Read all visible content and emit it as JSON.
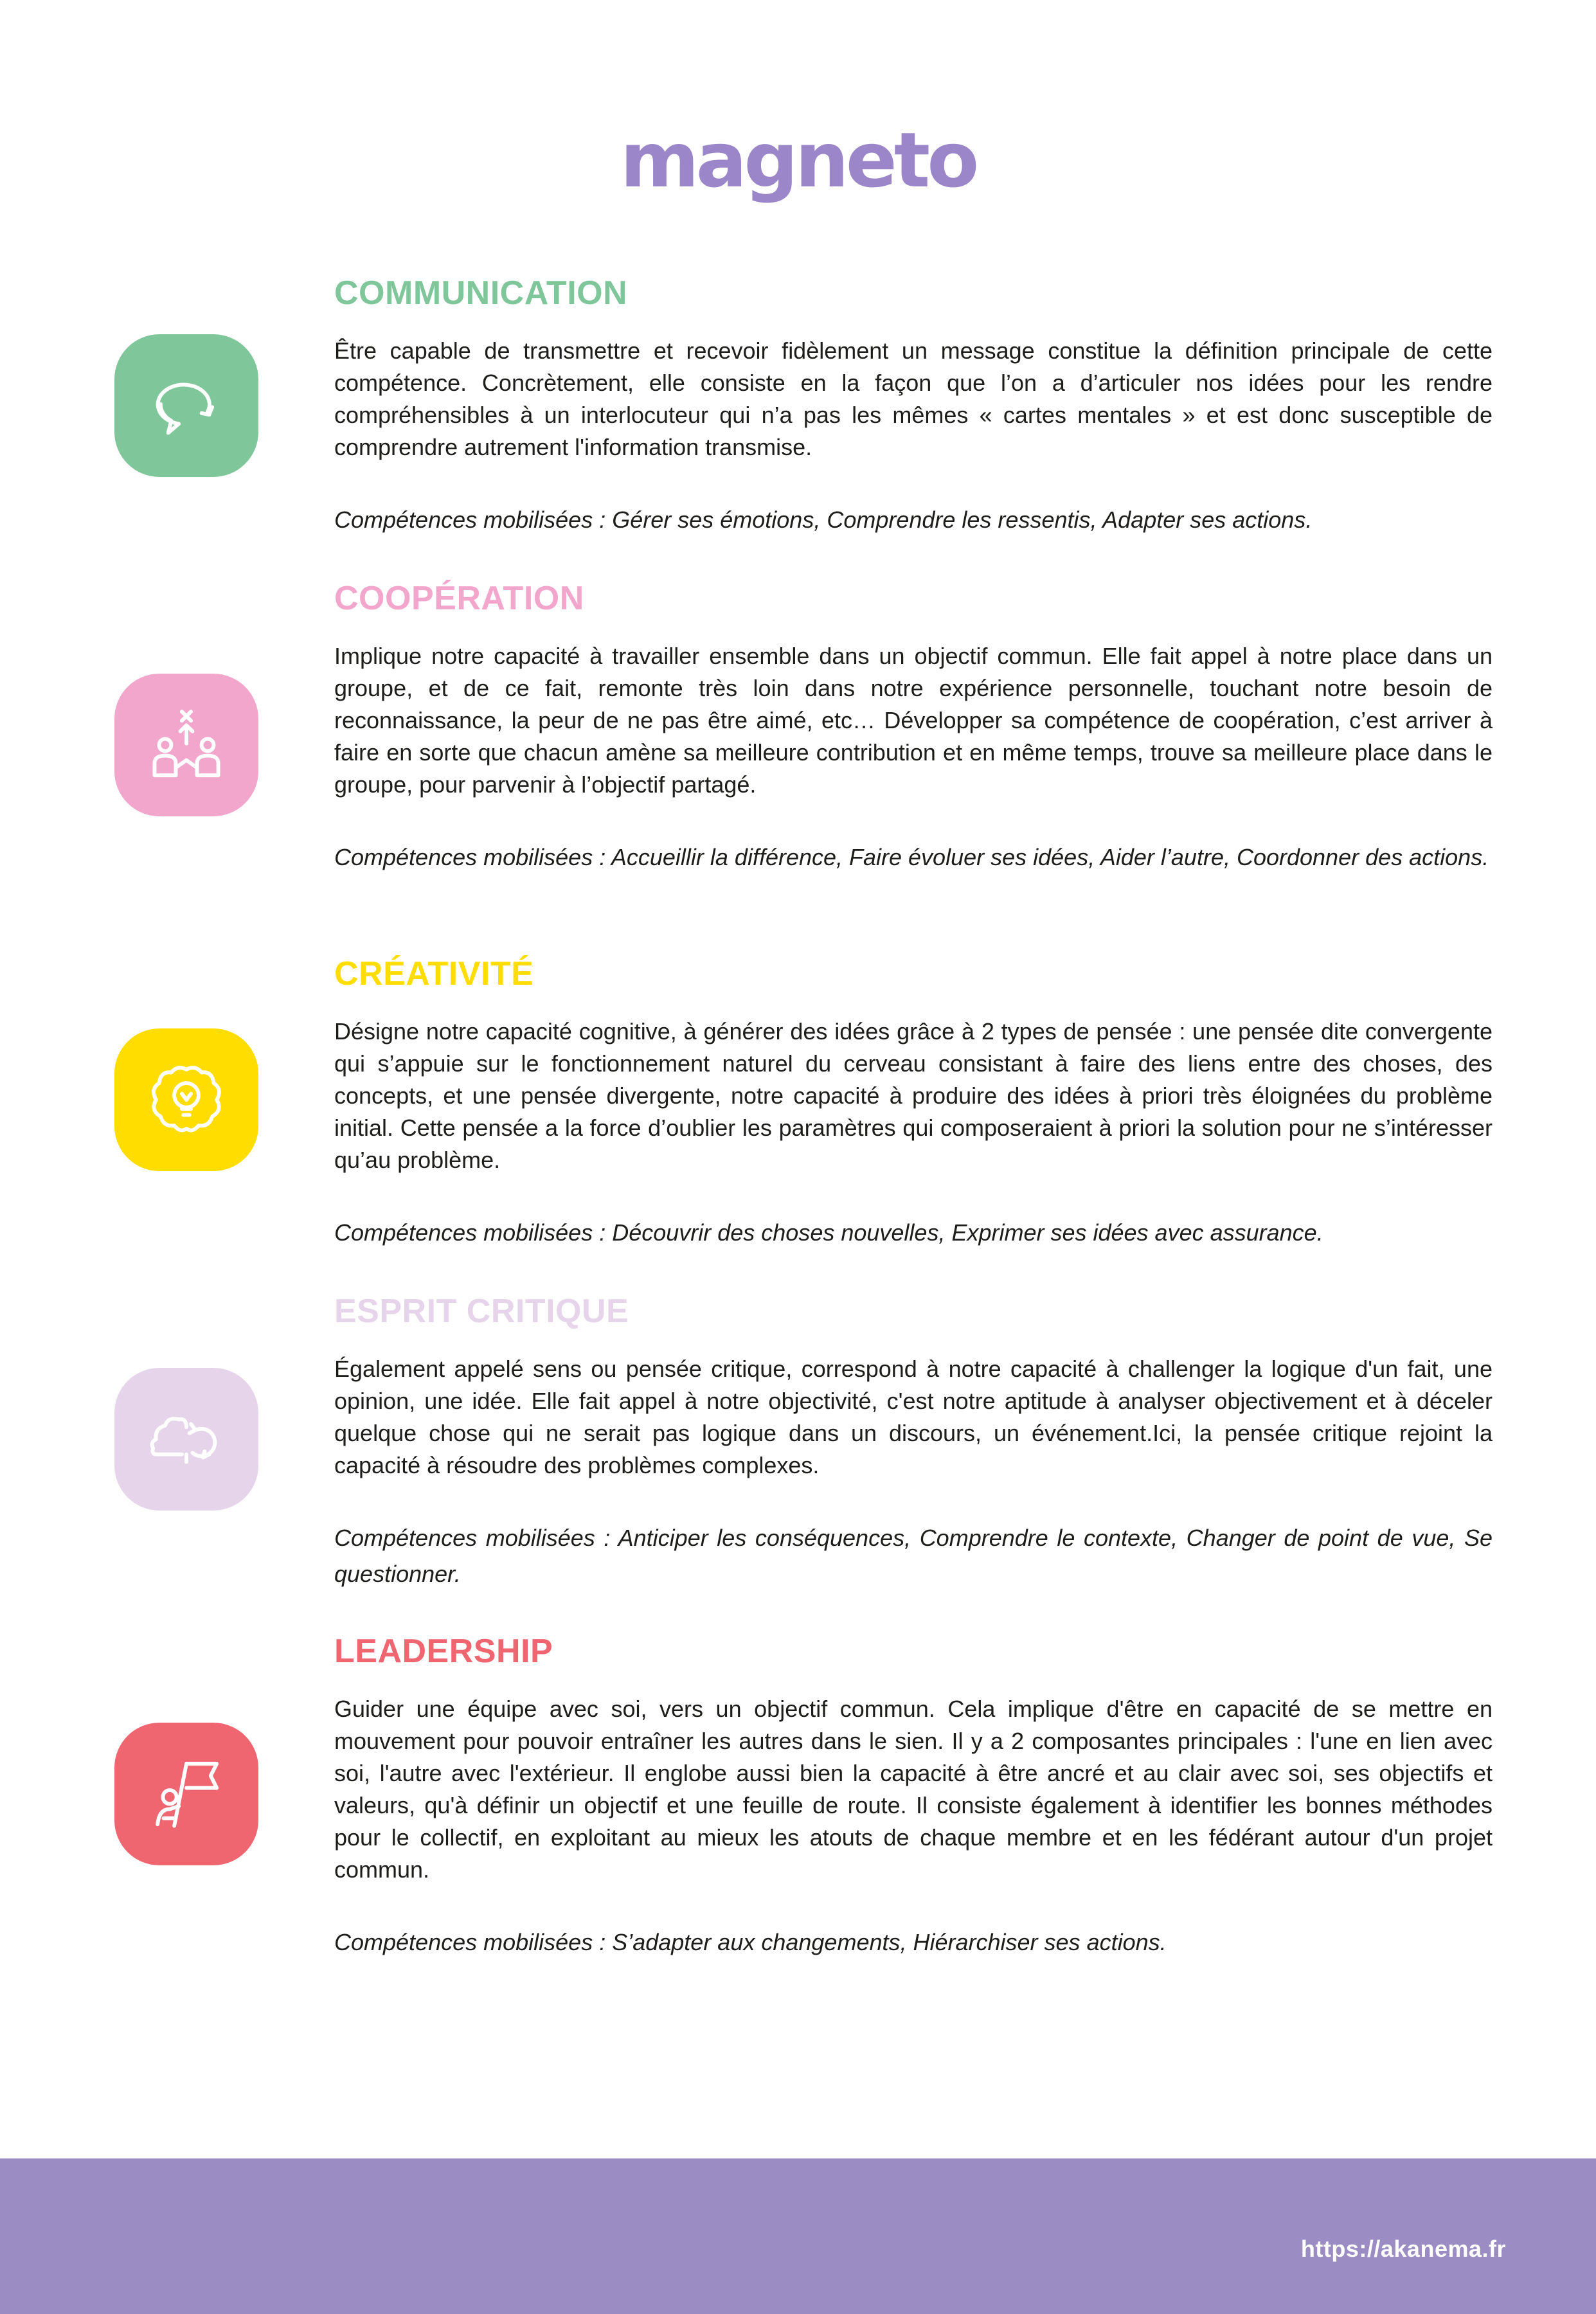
{
  "brand": {
    "name": "magneto",
    "color": "#9b86c9"
  },
  "sections": [
    {
      "title": "COMMUNICATION",
      "color": "#7fc79a",
      "icon": "chat-refresh-icon",
      "body": "Être capable de transmettre et recevoir fidèlement un message constitue la définition principale de cette compétence. Concrètement, elle consiste en la façon que l’on a d’articuler nos idées pour les rendre compréhensibles à un interlocuteur qui n’a pas les mêmes « cartes mentales » et est donc susceptible de comprendre autrement l'information transmise.",
      "skills": "Compétences mobilisées : Gérer ses émotions, Comprendre les ressentis, Adapter ses actions."
    },
    {
      "title": "COOPÉRATION",
      "color": "#f2a6cb",
      "icon": "team-goal-icon",
      "body": "Implique notre capacité à travailler ensemble dans un objectif commun. Elle fait appel à notre place dans un groupe, et de ce fait, remonte très loin dans notre expérience personnelle, touchant notre besoin de reconnaissance, la peur de ne pas être aimé, etc… Développer sa compétence de coopération, c’est arriver à faire en sorte que chacun amène sa meilleure contribution et en même temps, trouve sa meilleure place dans le groupe, pour parvenir à l’objectif partagé.",
      "skills": "Compétences mobilisées : Accueillir la différence, Faire évoluer ses idées, Aider l’autre, Coordonner des actions."
    },
    {
      "title": "CRÉATIVITÉ",
      "color": "#ffdd00",
      "icon": "brain-lightbulb-icon",
      "body": "Désigne notre capacité cognitive, à générer des idées grâce à 2 types de pensée : une pensée dite convergente qui s’appuie sur le fonctionnement naturel du cerveau consistant à faire des liens entre des choses, des concepts, et une pensée divergente, notre capacité à produire des idées à priori très éloignées du problème initial. Cette pensée a la force d’oublier les paramètres qui composeraient à priori la solution pour ne s’intéresser qu’au problème.",
      "skills": "Compétences mobilisées : Découvrir des choses nouvelles, Exprimer ses idées avec assurance."
    },
    {
      "title": "ESPRIT CRITIQUE",
      "color": "#e6d4ea",
      "icon": "head-cycle-icon",
      "body": "Également appelé sens ou pensée critique, correspond à notre capacité à challenger la logique d'un fait, une opinion, une idée. Elle fait appel à notre objectivité, c'est notre aptitude à analyser objectivement et à déceler quelque chose qui ne serait pas logique dans un discours, un événement.Ici, la pensée critique rejoint la capacité à résoudre des problèmes complexes.",
      "skills": "Compétences mobilisées : Anticiper les conséquences, Comprendre le contexte, Changer de point de vue, Se questionner."
    },
    {
      "title": "LEADERSHIP",
      "color": "#ef6670",
      "icon": "leader-flag-icon",
      "body": "Guider une équipe avec soi, vers un objectif commun. Cela implique d'être en capacité de se mettre en mouvement pour pouvoir entraîner les autres dans le sien. Il y a 2 composantes principales : l'une en lien avec soi, l'autre avec l'extérieur. Il englobe aussi bien la capacité à être ancré et au clair avec soi, ses objectifs et valeurs, qu'à définir un objectif et une feuille de route. Il consiste également à identifier les bonnes méthodes pour le collectif, en exploitant au mieux les atouts de chaque membre et en les fédérant autour d'un projet commun.",
      "skills": "Compétences mobilisées : S’adapter aux changements, Hiérarchiser ses actions."
    }
  ],
  "footer": {
    "url": "https://akanema.fr",
    "color": "#9b8dc4"
  }
}
